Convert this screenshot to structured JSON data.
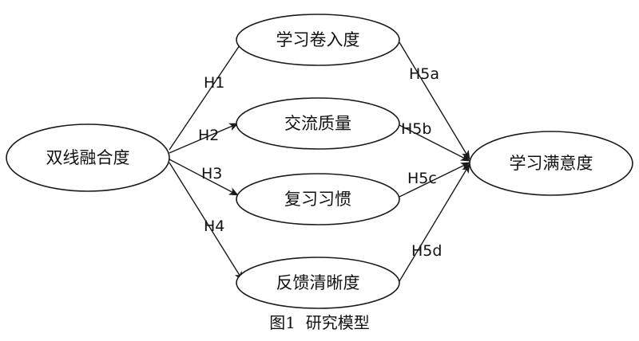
{
  "nodes": {
    "source": "双线融合度",
    "m1": "学习卷入度",
    "m2": "交流质量",
    "m3": "复习习惯",
    "m4": "反馈清晰度",
    "target": "学习满意度"
  },
  "edges": {
    "h1": "H1",
    "h2": "H2",
    "h3": "H3",
    "h4": "H4",
    "h5a": "H5a",
    "h5b": "H5b",
    "h5c": "H5c",
    "h5d": "H5d"
  },
  "caption": "图1  研究模型"
}
